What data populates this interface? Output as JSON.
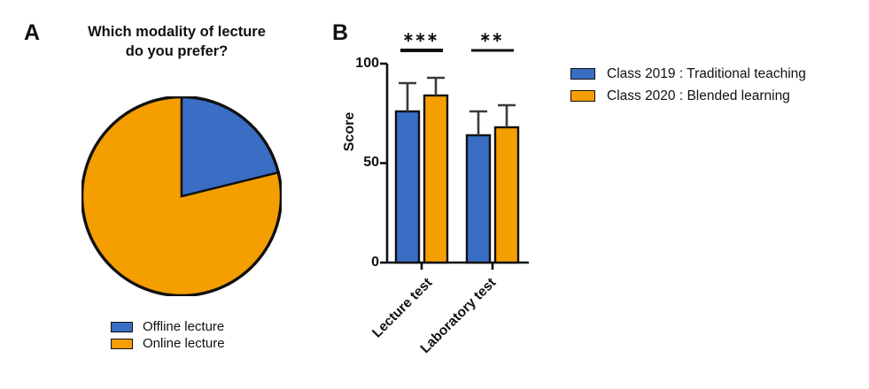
{
  "figure": {
    "panels": [
      {
        "letter": "A"
      },
      {
        "letter": "B"
      }
    ]
  },
  "panelA": {
    "letter": "A",
    "title": "Which modality of lecture do you prefer?",
    "title_line1": "Which modality of lecture",
    "title_line2": "do you prefer?",
    "legend": [
      {
        "label": "Offline lecture",
        "color": "#3a6dc4"
      },
      {
        "label": "Online lecture",
        "color": "#f59e00"
      }
    ]
  },
  "panelB": {
    "letter": "B",
    "legend": [
      {
        "label": "Class 2019 : Traditional teaching",
        "color": "#3a6dc4"
      },
      {
        "label": "Class 2020 : Blended learning",
        "color": "#f59e00"
      }
    ],
    "significance": [
      {
        "group": "Lecture test",
        "marks": "∗∗∗"
      },
      {
        "group": "Laboratory test",
        "marks": "∗∗"
      }
    ]
  },
  "chart_data": [
    {
      "type": "pie",
      "title": "Which modality of lecture do you prefer?",
      "labels": [
        "Offline lecture",
        "Online lecture"
      ],
      "values": [
        22,
        78
      ],
      "unit": "percent",
      "colors": [
        "#3a6dc4",
        "#f59e00"
      ],
      "start_angle_deg": 90,
      "direction": "clockwise",
      "legend_position": "bottom"
    },
    {
      "type": "bar",
      "title": "",
      "xlabel": "",
      "ylabel": "Score",
      "categories": [
        "Lecture test",
        "Laboratory test"
      ],
      "ylim": [
        0,
        100
      ],
      "yticks": [
        0,
        50,
        100
      ],
      "ytick_labels": [
        "0",
        "50",
        "100"
      ],
      "grid": false,
      "legend_position": "right",
      "error_bar_type": "SD",
      "series": [
        {
          "name": "Class 2019 : Traditional teaching",
          "color": "#3a6dc4",
          "values": [
            76,
            64
          ],
          "errors": [
            14,
            12
          ]
        },
        {
          "name": "Class 2020 : Blended learning",
          "color": "#f59e00",
          "values": [
            84,
            68
          ],
          "errors": [
            9,
            11
          ]
        }
      ],
      "annotations": [
        {
          "text": "∗∗∗",
          "over_category": "Lecture test",
          "meaning": "p < 0.001"
        },
        {
          "text": "∗∗",
          "over_category": "Laboratory test",
          "meaning": "p < 0.01"
        }
      ]
    }
  ]
}
